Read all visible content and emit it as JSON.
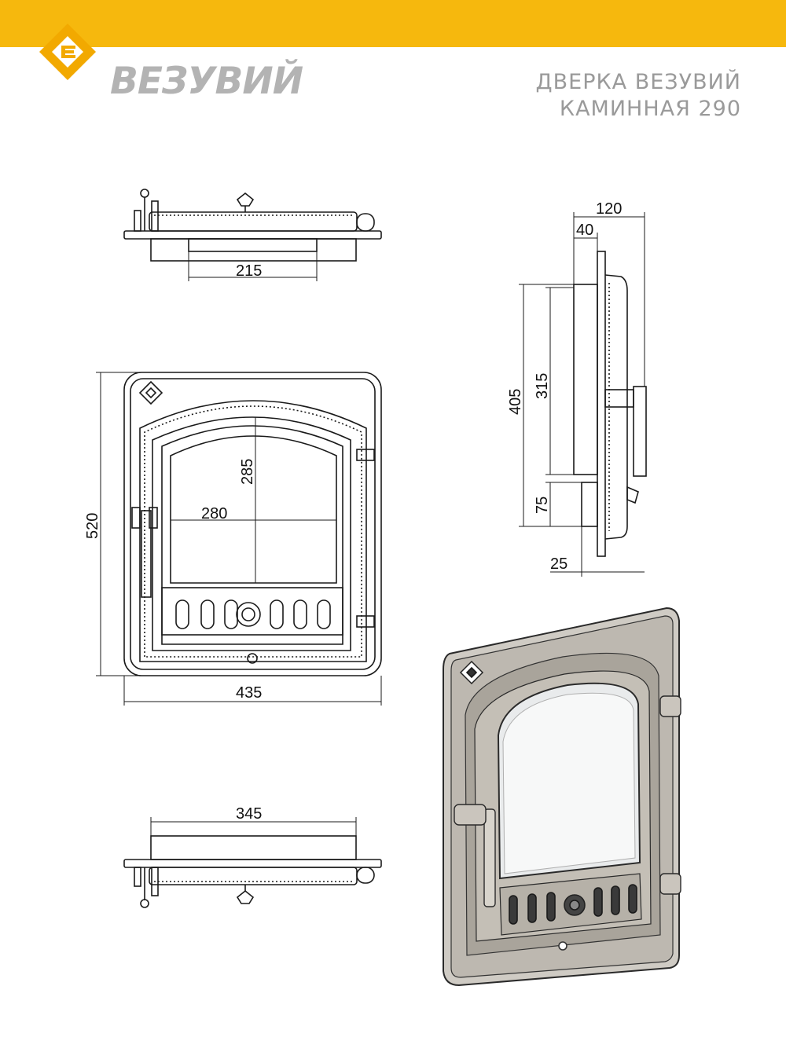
{
  "colors": {
    "accent": "#f6b80d",
    "logo_dark": "#f2a900",
    "logo_light": "#ffd84d",
    "brand_gray": "#b3b3b3",
    "line": "#1a1a1a"
  },
  "header": {
    "brand": "ВЕЗУВИЙ",
    "title_line1": "ДВЕРКА ВЕЗУВИЙ",
    "title_line2": "КАМИННАЯ 290"
  },
  "dimensions": {
    "top_view_width": "215",
    "front_height": "520",
    "front_width": "435",
    "glass_height": "285",
    "glass_width": "280",
    "bottom_view_width": "345",
    "side_depth": "120",
    "side_depth_inner": "40",
    "side_height_total": "405",
    "side_height_door": "315",
    "side_height_lower": "75",
    "side_frame": "25"
  }
}
